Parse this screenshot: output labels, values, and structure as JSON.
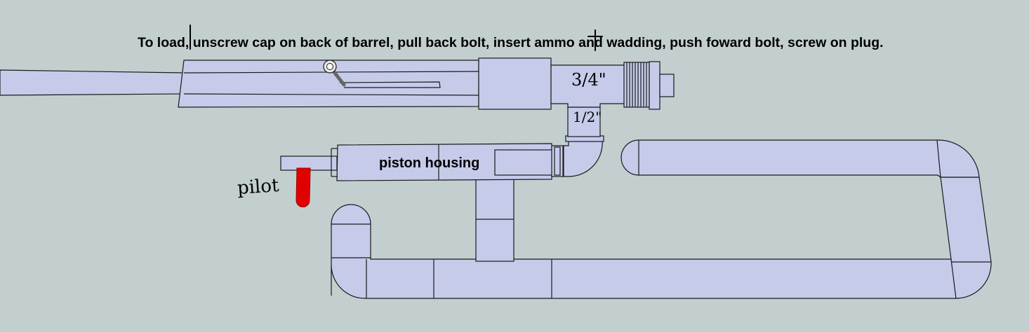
{
  "caption": "To load, unscrew cap on back of barrel, pull back bolt, insert ammo and wadding, push foward bolt, screw on plug.",
  "labels": {
    "piston_housing": "piston housing",
    "pilot": "pilot",
    "tee_size": "3/4\"",
    "riser_size": "1/2\""
  },
  "colors": {
    "background": "#c3cfcf",
    "pipe_fill": "#c6cbea",
    "pilot_valve": "#e00000"
  }
}
